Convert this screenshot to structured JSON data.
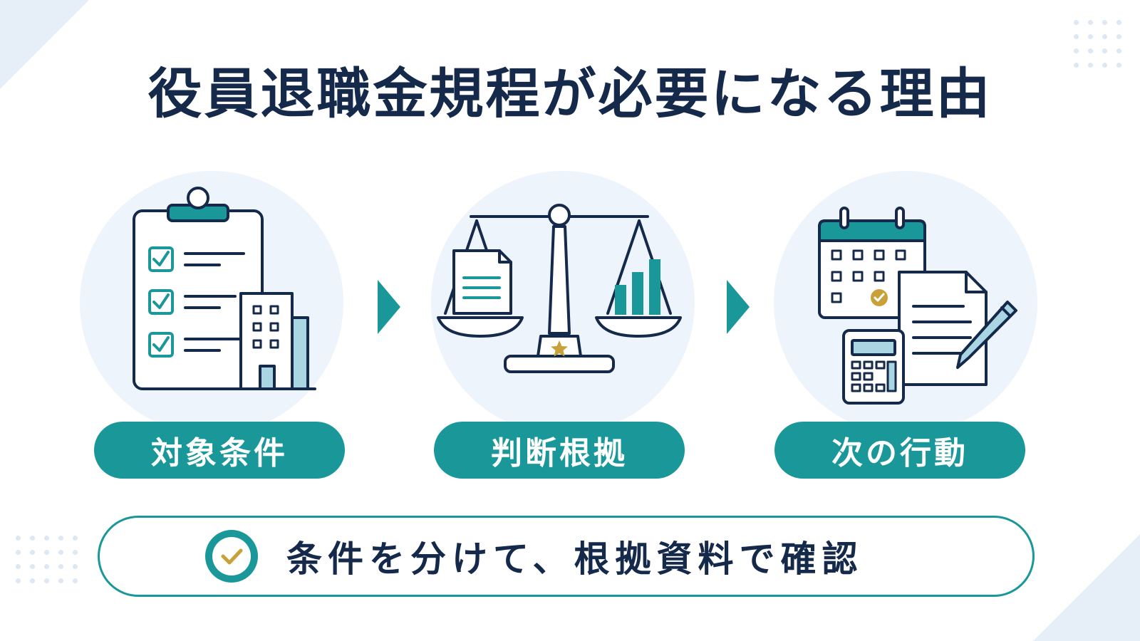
{
  "title": "役員退職金規程が必要になる理由",
  "steps": [
    {
      "label": "対象条件",
      "icon": "clipboard-checklist-building-icon"
    },
    {
      "label": "判断根拠",
      "icon": "balance-scale-icon"
    },
    {
      "label": "次の行動",
      "icon": "calendar-document-calculator-icon"
    }
  ],
  "summary": {
    "text": "条件を分けて、根拠資料で確認",
    "icon": "check-circle-icon"
  },
  "colors": {
    "navy": "#15294b",
    "teal": "#1a9799",
    "light_teal": "#a9d6e2",
    "gold": "#c9a13a",
    "circle_bg": "#eef4fb"
  }
}
